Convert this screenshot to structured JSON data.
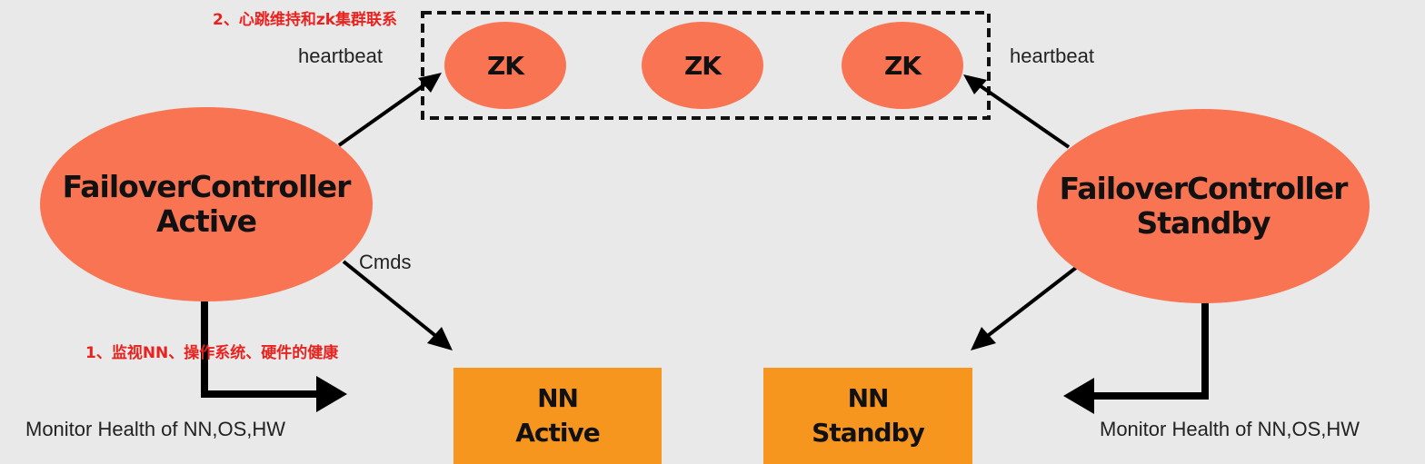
{
  "colors": {
    "ellipse": "#f87452",
    "nn_box": "#f6961f",
    "background": "#e9e9e9",
    "note_text": "#e8231f"
  },
  "annotations": {
    "top_note": "2、心跳维持和zk集群联系",
    "left_note": "1、监视NN、操作系统、硬件的健康"
  },
  "zk_cluster": {
    "nodes": [
      "ZK",
      "ZK",
      "ZK"
    ]
  },
  "controllers": {
    "active": {
      "line1": "FailoverController",
      "line2": "Active"
    },
    "standby": {
      "line1": "FailoverController",
      "line2": "Standby"
    }
  },
  "namenodes": {
    "active": {
      "line1": "NN",
      "line2": "Active"
    },
    "standby": {
      "line1": "NN",
      "line2": "Standby"
    }
  },
  "labels": {
    "heartbeat_left": "heartbeat",
    "heartbeat_right": "heartbeat",
    "cmds": "Cmds",
    "monitor_left": "Monitor Health of NN,OS,HW",
    "monitor_right": "Monitor Health of NN,OS,HW"
  }
}
